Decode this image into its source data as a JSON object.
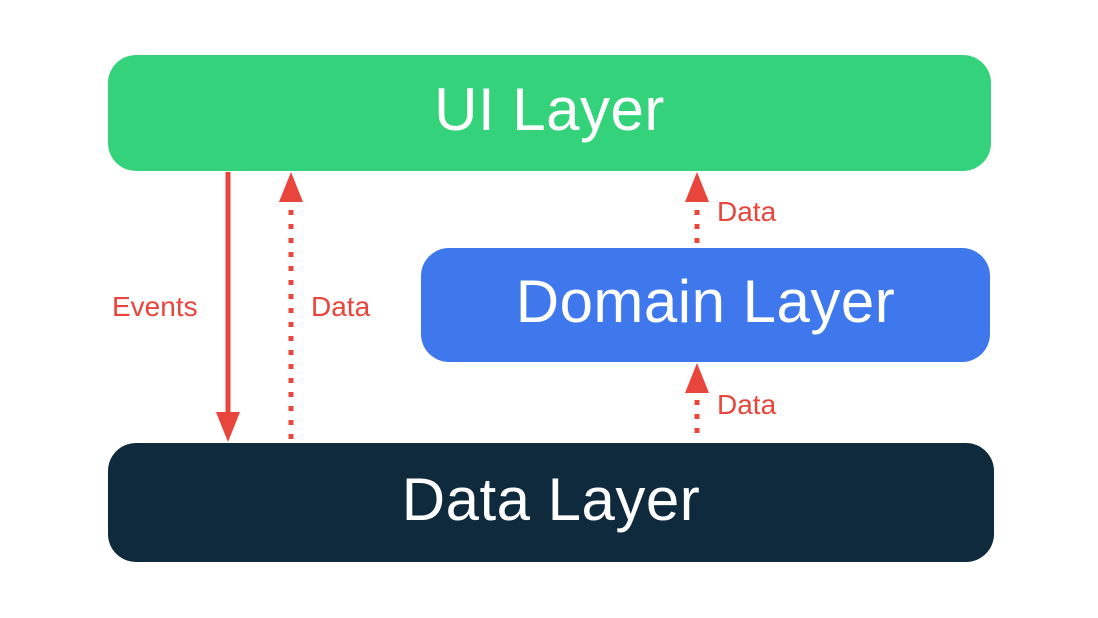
{
  "diagram": {
    "type": "layered-architecture",
    "colors": {
      "background": "#ffffff",
      "ui_layer": "#34d37b",
      "domain_layer": "#3e78ec",
      "data_layer": "#0e2a3c",
      "arrow": "#e8453c",
      "label_text": "#ffffff"
    },
    "layers": [
      {
        "id": "ui",
        "label": "UI Layer"
      },
      {
        "id": "domain",
        "label": "Domain Layer"
      },
      {
        "id": "data",
        "label": "Data Layer"
      }
    ],
    "arrows": [
      {
        "label": "Events",
        "style": "solid",
        "direction": "down",
        "from": "UI Layer",
        "to": "Data Layer"
      },
      {
        "label": "Data",
        "style": "dotted",
        "direction": "up",
        "from": "Data Layer",
        "to": "UI Layer"
      },
      {
        "label": "Data",
        "style": "dotted",
        "direction": "up",
        "from": "Domain Layer",
        "to": "UI Layer"
      },
      {
        "label": "Data",
        "style": "dotted",
        "direction": "up",
        "from": "Data Layer",
        "to": "Domain Layer"
      }
    ]
  }
}
